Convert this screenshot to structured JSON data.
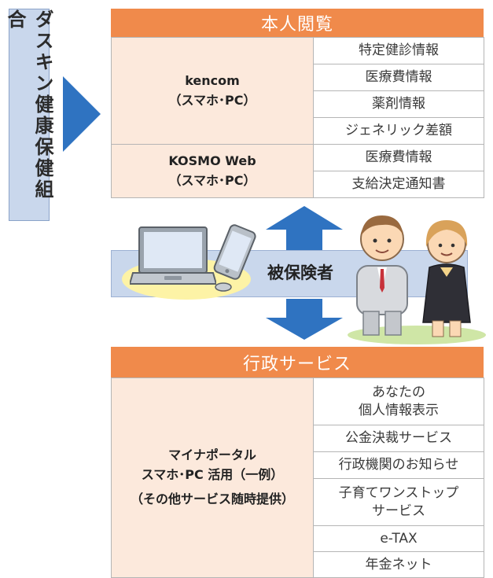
{
  "organization": {
    "name": "ダスキン健康保健組合"
  },
  "personal_view": {
    "title": "本人閲覧",
    "services": [
      {
        "name": "kencom",
        "devices": "（スマホ･PC）",
        "items": [
          "特定健診情報",
          "医療費情報",
          "薬剤情報",
          "ジェネリック差額"
        ]
      },
      {
        "name": "KOSMO Web",
        "devices": "（スマホ･PC）",
        "items": [
          "医療費情報",
          "支給決定通知書"
        ]
      }
    ]
  },
  "insured": {
    "label": "被保険者"
  },
  "government": {
    "title": "行政サービス",
    "service": {
      "line1": "マイナポータル",
      "line2": "スマホ･PC 活用（一例）",
      "line3": "（その他サービス随時提供）"
    },
    "items": [
      {
        "line1": "あなたの",
        "line2": "個人情報表示"
      },
      {
        "line1": "公金決裁サービス",
        "line2": ""
      },
      {
        "line1": "行政機関のお知らせ",
        "line2": ""
      },
      {
        "line1": "子育てワンストップ",
        "line2": "サービス"
      },
      {
        "line1": "e-TAX",
        "line2": ""
      },
      {
        "line1": "年金ネット",
        "line2": ""
      }
    ]
  },
  "colors": {
    "header_orange": "#f08a4b",
    "service_cell": "#fce9dc",
    "arrow_blue": "#2f73c1",
    "band_blue": "#c9d7ec"
  }
}
